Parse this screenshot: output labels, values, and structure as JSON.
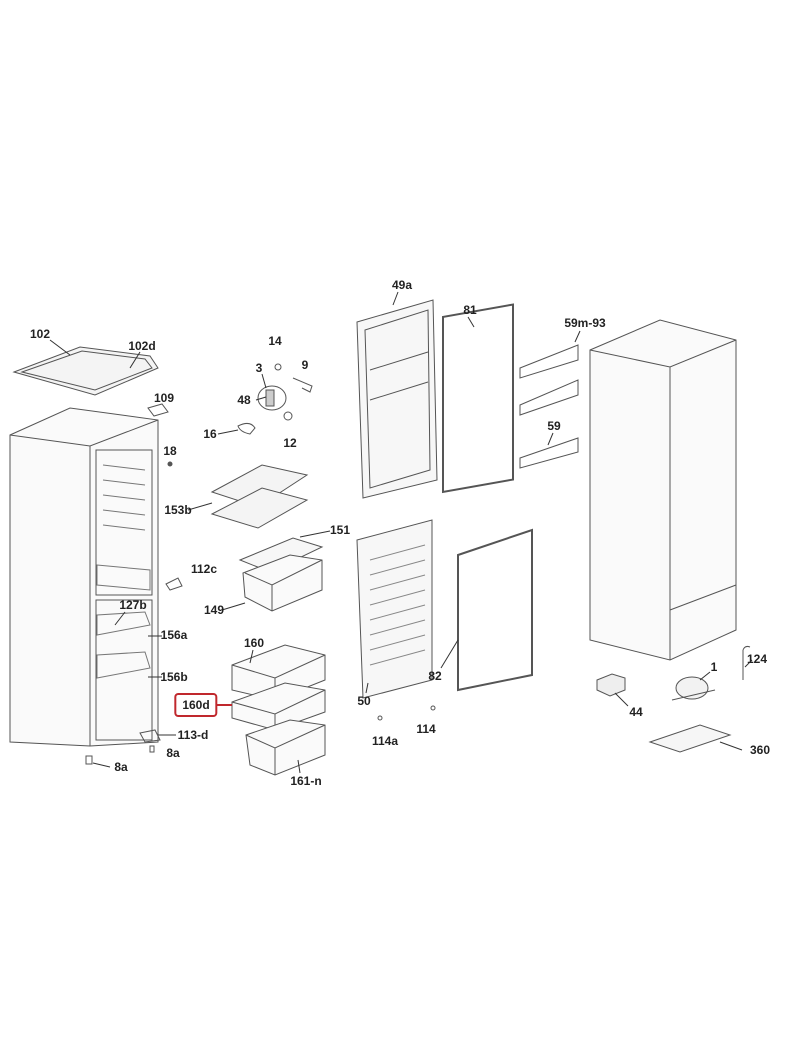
{
  "diagram": {
    "type": "exploded parts diagram",
    "highlight_color": "#c0282d",
    "labels": {
      "l102": "102",
      "l102d": "102d",
      "l14": "14",
      "l3": "3",
      "l9": "9",
      "l48": "48",
      "l109": "109",
      "l16": "16",
      "l12": "12",
      "l18": "18",
      "l153b": "153b",
      "l151": "151",
      "l112c": "112c",
      "l149": "149",
      "l127b": "127b",
      "l156a": "156a",
      "l156b": "156b",
      "l160": "160",
      "l160d": "160d",
      "l113d": "113-d",
      "l8a_1": "8a",
      "l8a_2": "8a",
      "l161n": "161-n",
      "l49a": "49a",
      "l81": "81",
      "l59m93": "59m-93",
      "l59": "59",
      "l50": "50",
      "l82": "82",
      "l114a": "114a",
      "l114": "114",
      "l124": "124",
      "l1": "1",
      "l44": "44",
      "l360": "360"
    }
  }
}
